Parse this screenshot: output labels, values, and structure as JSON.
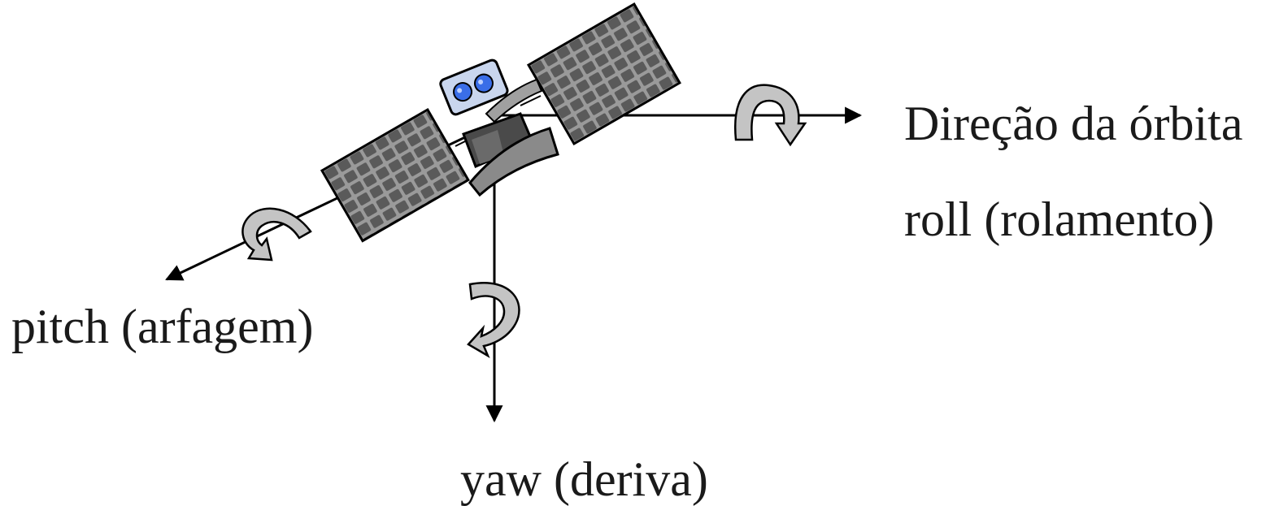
{
  "labels": {
    "orbit_direction": "Direção da órbita",
    "roll": "roll (rolamento)",
    "pitch": "pitch (arfagem)",
    "yaw": "yaw (deriva)"
  },
  "colors": {
    "text": "#1a1a1a",
    "axis": "#000000",
    "panel_fill": "#8a8a8a",
    "panel_cell": "#5a5a5a",
    "rotation_arrow": "#b4b4b4",
    "sensor_blue": "#3a6ee8",
    "body_dark": "#4a4a4a"
  },
  "icons": {
    "satellite": "satellite-icon",
    "roll_rotation": "roll-rotation-arrow-icon",
    "pitch_rotation": "pitch-rotation-arrow-icon",
    "yaw_rotation": "yaw-rotation-arrow-icon"
  }
}
